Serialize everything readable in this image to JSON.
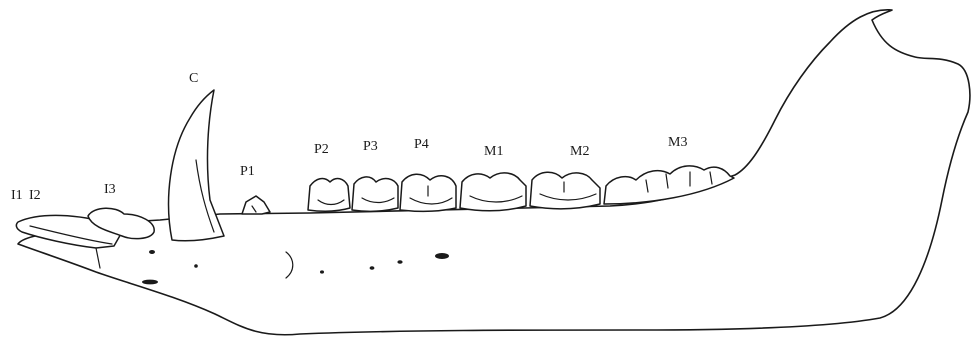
{
  "labels": {
    "i1": "I1",
    "i2": "I2",
    "i3": "I3",
    "c": "C",
    "p1": "P1",
    "p2": "P2",
    "p3": "P3",
    "p4": "P4",
    "m1": "M1",
    "m2": "M2",
    "m3": "M3"
  },
  "colors": {
    "ink": "#1a1a1a",
    "paper": "#ffffff"
  }
}
